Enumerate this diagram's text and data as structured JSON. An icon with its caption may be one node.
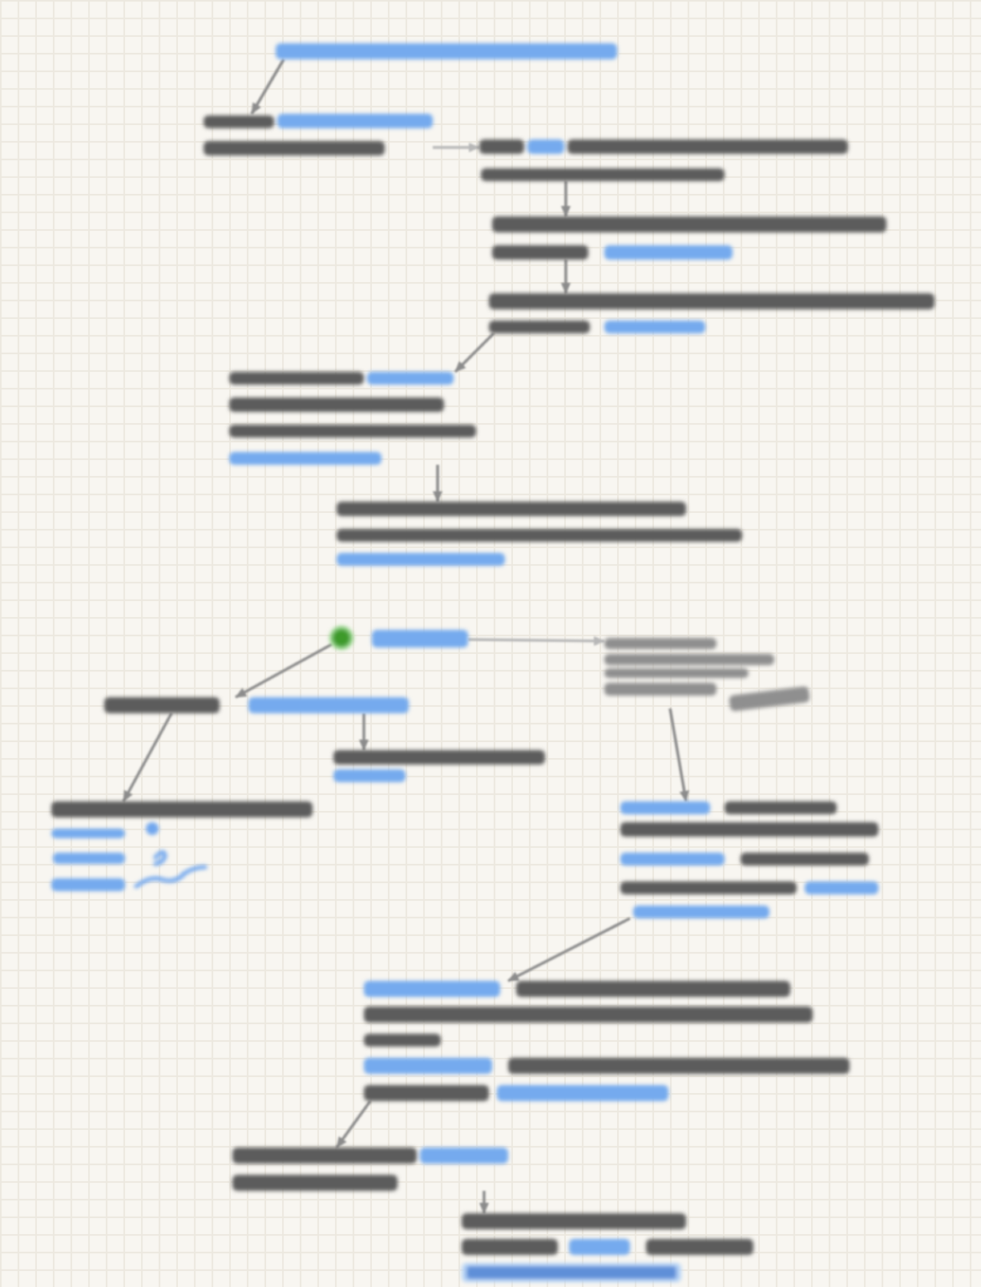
{
  "diagram": {
    "nodes": [
      {
        "text": [],
        "shape": "bar"
      },
      {
        "text": [],
        "shape": "bar"
      },
      {
        "text": [],
        "shape": "bar"
      },
      {
        "text": [],
        "shape": "bar"
      },
      {
        "text": [],
        "shape": "bar"
      },
      {
        "text": [],
        "shape": "bar"
      },
      {
        "text": [],
        "shape": "bar"
      },
      {
        "text": [],
        "shape": "circle"
      },
      {
        "text": [],
        "shape": "bar"
      },
      {
        "text": [],
        "shape": "bar"
      },
      {
        "text": [],
        "shape": "bar"
      },
      {
        "text": [],
        "shape": "bar"
      },
      {
        "text": [],
        "shape": "bar"
      },
      {
        "text": [],
        "shape": "bar"
      },
      {
        "text": [],
        "shape": "bar"
      },
      {
        "text": [],
        "shape": "bar"
      },
      {
        "text": [],
        "shape": "bar"
      }
    ],
    "edges": [
      {
        "from": 0,
        "to": 1,
        "arrow": "to"
      },
      {
        "from": 1,
        "to": 2,
        "arrow": "to",
        "color": "#b8b8b8"
      },
      {
        "from": 2,
        "to": 3,
        "arrow": "to"
      },
      {
        "from": 3,
        "to": 4,
        "arrow": "to"
      },
      {
        "from": 4,
        "to": 5,
        "arrow": "to"
      },
      {
        "from": 5,
        "to": 6,
        "arrow": "to"
      },
      {
        "from": 7,
        "to": 10,
        "arrow": "to"
      },
      {
        "from": 8,
        "to": 9,
        "arrow": "to",
        "color": "#b8b8b8"
      },
      {
        "from": 10,
        "to": 11,
        "arrow": "to"
      },
      {
        "from": 10,
        "to": 12,
        "arrow": "to"
      },
      {
        "from": 9,
        "to": 13,
        "arrow": "to"
      },
      {
        "from": 13,
        "to": 14,
        "arrow": "to"
      },
      {
        "from": 14,
        "to": 15,
        "arrow": "to"
      },
      {
        "from": 15,
        "to": 16,
        "arrow": "to"
      }
    ]
  }
}
